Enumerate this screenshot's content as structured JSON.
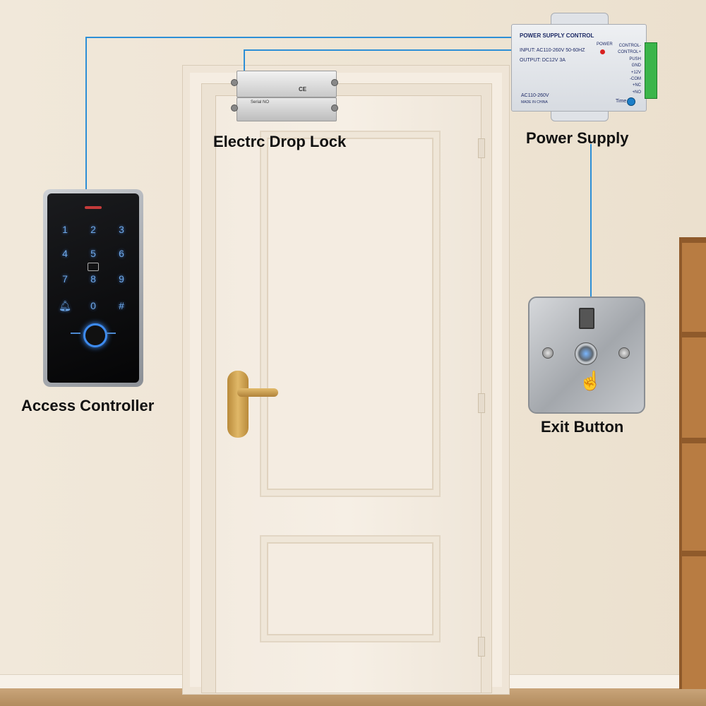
{
  "labels": {
    "lock": "Electrc Drop Lock",
    "power": "Power Supply",
    "controller": "Access Controller",
    "exit": "Exit Button"
  },
  "keypad": {
    "keys": [
      "1",
      "2",
      "3",
      "4",
      "5",
      "6",
      "7",
      "8",
      "9",
      "0",
      "#"
    ]
  },
  "psu": {
    "title": "POWER SUPPLY CONTROL",
    "input": "INPUT: AC110-260V 50-60HZ",
    "output": "OUTPUT: DC12V  3A",
    "power_label": "POWER",
    "ac": "AC110-260V",
    "made": "MADE IN CHINA",
    "time": "Time",
    "terminals": [
      "CONTROL-",
      "CONTROL+",
      "PUSH",
      "GND",
      "+12V",
      "-COM",
      "+NC",
      "+NO"
    ]
  },
  "lock": {
    "serial": "Serial NO",
    "mark": "CE"
  },
  "colors": {
    "wire": "#2d8fd6",
    "key_glow": "#6fa8e8",
    "terminal": "#3bb54a"
  }
}
